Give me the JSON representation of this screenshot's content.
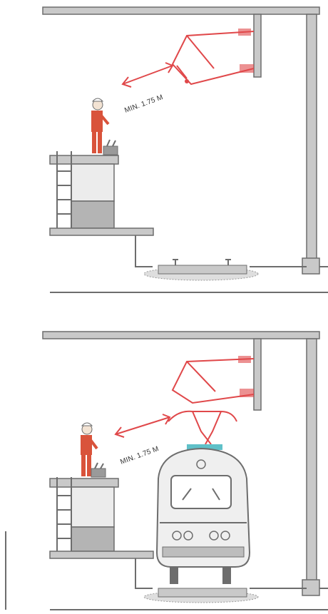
{
  "panels": [
    {
      "distance_label": "MIN. 1.75 M"
    },
    {
      "distance_label": "MIN. 1.75 M"
    }
  ],
  "colors": {
    "structure": "#6d6d6d",
    "catenary": "#e0484a",
    "platform_fill": "#c9c9c9",
    "worker_suit": "#d9533b",
    "pantograph_base": "#5fc0c8"
  },
  "icons": [
    "worker-figure",
    "distance-arrow",
    "catenary-arm",
    "pantograph",
    "train-front",
    "rail-track"
  ]
}
